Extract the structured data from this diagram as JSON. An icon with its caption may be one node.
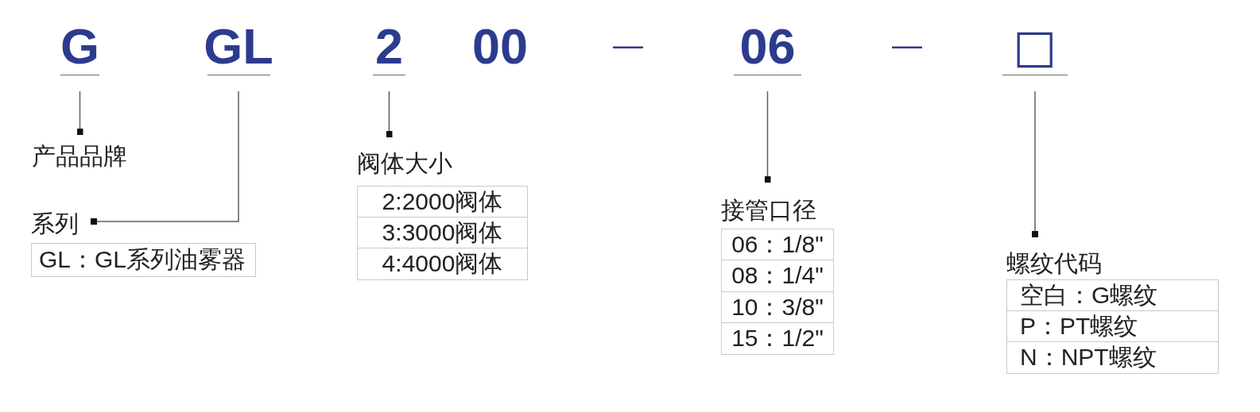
{
  "diagram": {
    "nodes": [
      {
        "text": [
          "G"
        ]
      },
      {
        "text": [
          "GL"
        ]
      },
      {
        "text": [
          "2"
        ]
      },
      {
        "text": [
          "06"
        ]
      },
      {
        "text": [
          "□"
        ]
      },
      {
        "text": [
          "产品品牌"
        ]
      },
      {
        "text": [
          "系列",
          "GL：GL系列油雾器"
        ]
      },
      {
        "text": [
          "阀体大小",
          "2:2000阀体",
          "3:3000阀体",
          "4:4000阀体"
        ]
      },
      {
        "text": [
          "接管口径",
          "06：1/8\"",
          "08：1/4\"",
          "10：3/8\"",
          "15：1/2\""
        ]
      },
      {
        "text": [
          "螺纹代码",
          "空白：G螺纹",
          "P：PT螺纹",
          "N：NPT螺纹"
        ]
      }
    ],
    "edges": [
      {
        "from": 0,
        "to": 5,
        "arrow": "other"
      },
      {
        "from": 1,
        "to": 6,
        "arrow": "other"
      },
      {
        "from": 2,
        "to": 7,
        "arrow": "other"
      },
      {
        "from": 3,
        "to": 8,
        "arrow": "other"
      },
      {
        "from": 4,
        "to": 9,
        "arrow": "other"
      }
    ],
    "labels": [
      "00",
      "—",
      "—"
    ]
  }
}
